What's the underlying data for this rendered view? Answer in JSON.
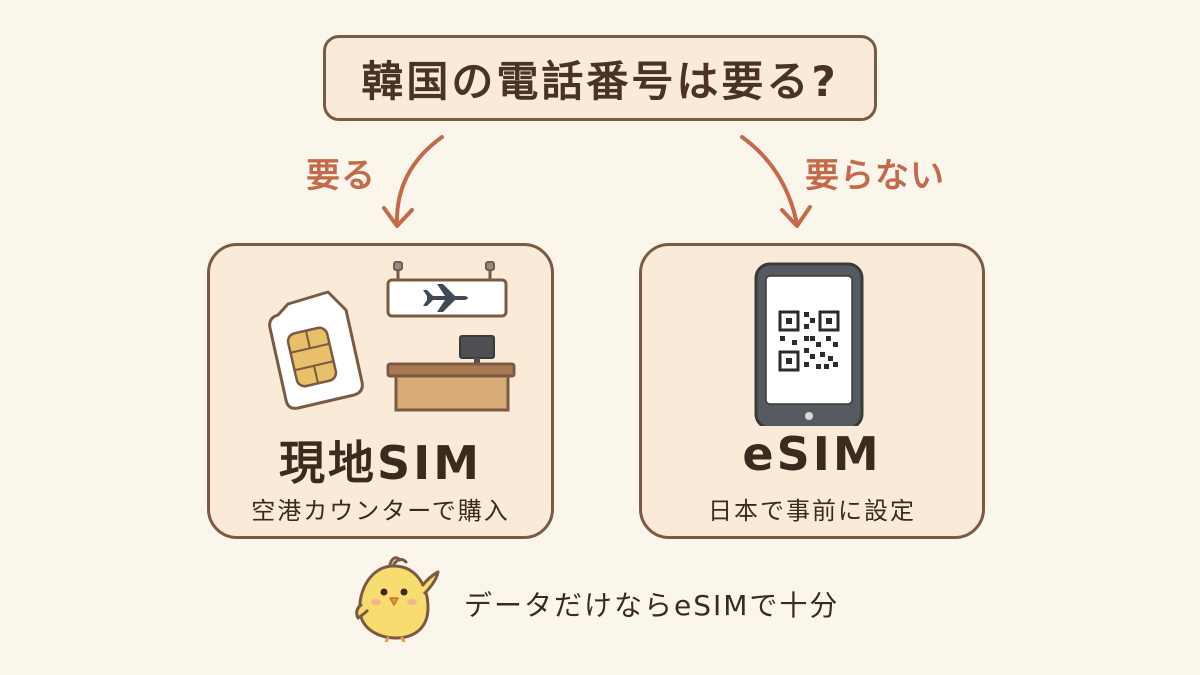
{
  "question": "韓国の電話番号は要る?",
  "branches": {
    "yes_label": "要る",
    "no_label": "要らない"
  },
  "cards": {
    "local_sim": {
      "title": "現地SIM",
      "subtitle": "空港カウンターで購入"
    },
    "esim": {
      "title": "eSIM",
      "subtitle": "日本で事前に設定"
    }
  },
  "footer_note": "データだけならeSIMで十分",
  "colors": {
    "background": "#fbf6ec",
    "box_fill": "#f9ebd7",
    "border": "#7b5a44",
    "accent": "#c46a4b",
    "text": "#3d2a1f"
  }
}
